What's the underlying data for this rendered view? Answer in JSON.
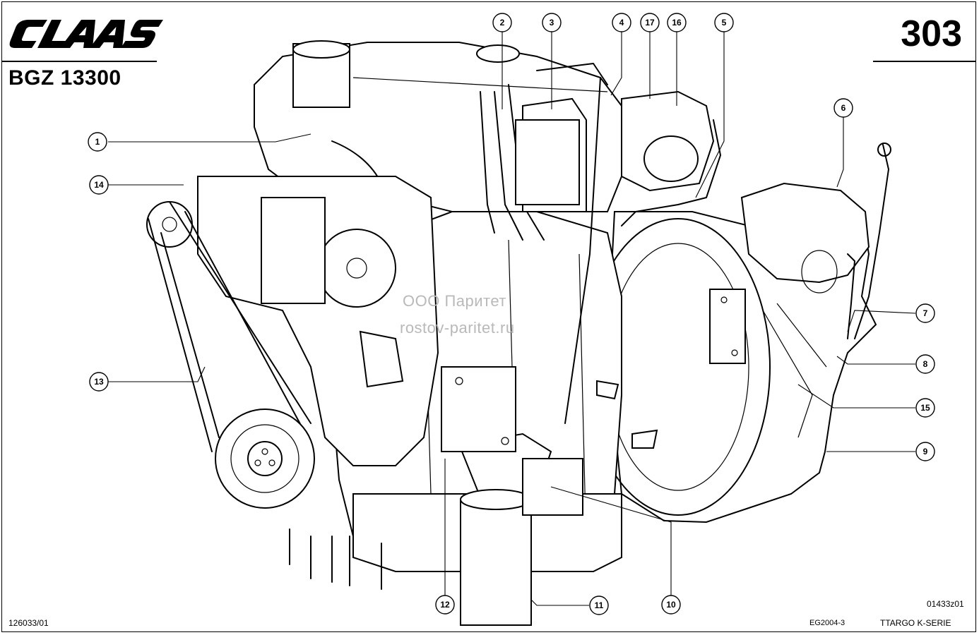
{
  "header": {
    "brand": "CLAAS",
    "part_number": "BGZ 13300",
    "sheet_number": "303"
  },
  "watermark": {
    "line1": "ООО Паритет",
    "line2": "rostov-paritet.ru"
  },
  "footer": {
    "drawing_id": "126033/01",
    "image_code": "01433z01",
    "doc_code": "EG2004-3",
    "series": "TTARGO K-SERIE"
  },
  "callouts": [
    {
      "label": "1"
    },
    {
      "label": "2"
    },
    {
      "label": "3"
    },
    {
      "label": "4"
    },
    {
      "label": "17"
    },
    {
      "label": "16"
    },
    {
      "label": "5"
    },
    {
      "label": "6"
    },
    {
      "label": "14"
    },
    {
      "label": "7"
    },
    {
      "label": "8"
    },
    {
      "label": "15"
    },
    {
      "label": "13"
    },
    {
      "label": "9"
    },
    {
      "label": "12"
    },
    {
      "label": "11"
    },
    {
      "label": "10"
    }
  ],
  "colors": {
    "ink": "#000000",
    "paper": "#ffffff",
    "watermark": "#b9b9b9"
  }
}
